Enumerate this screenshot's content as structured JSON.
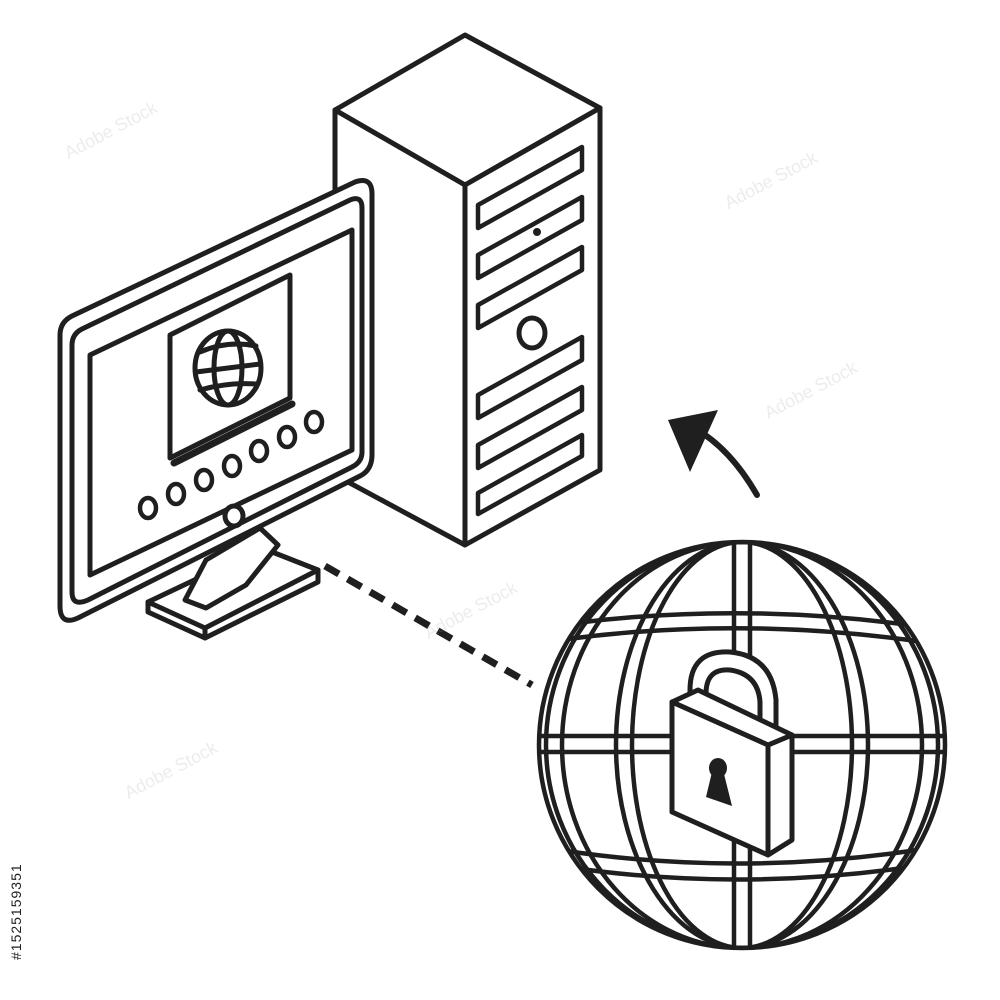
{
  "illustration": {
    "stroke_color": "#1f1f1f",
    "background_color": "#ffffff",
    "icons": [
      "monitor-icon",
      "server-tower-icon",
      "globe-icon",
      "padlock-icon",
      "arrow-icon",
      "dashed-connection-line"
    ]
  },
  "watermark": {
    "id_text": "#1525159351",
    "stock_mark_text": "Adobe Stock"
  }
}
